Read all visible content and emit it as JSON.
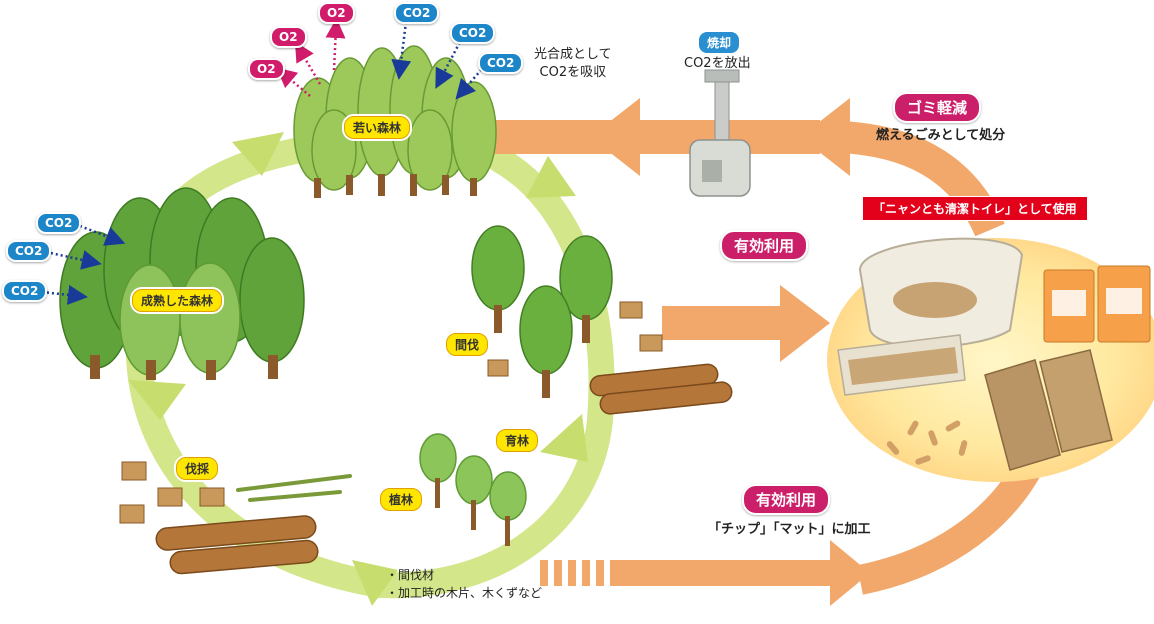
{
  "labels": {
    "young_forest": "若い森林",
    "mature_forest": "成熟した森林",
    "thinning": "間伐",
    "logging": "伐採",
    "planting": "植林",
    "nurturing": "育林",
    "photosynthesis_line1": "光合成として",
    "photosynthesis_line2": "CO2を吸収",
    "incineration": "焼却",
    "co2_release": "CO2を放出",
    "waste_reduction": "ゴミ軽減",
    "burnable": "燃えるごみとして処分",
    "usage_banner": "「ニャンとも清潔トイレ」として使用",
    "effective_use_1": "有効利用",
    "effective_use_2": "有効利用",
    "processing": "「チップ」「マット」に加工",
    "materials_line1": "・間伐材",
    "materials_line2": "・加工時の木片、木くずなど"
  },
  "gas": {
    "co2": "CO2",
    "o2": "O2"
  },
  "colors": {
    "cycle_green": "#d3e68a",
    "flow_orange": "#f2a76b",
    "badge_pink": "#cc1f6a",
    "co2_blue": "#1d86c8",
    "label_yellow": "#ffe600",
    "banner_red": "#e3001b"
  }
}
